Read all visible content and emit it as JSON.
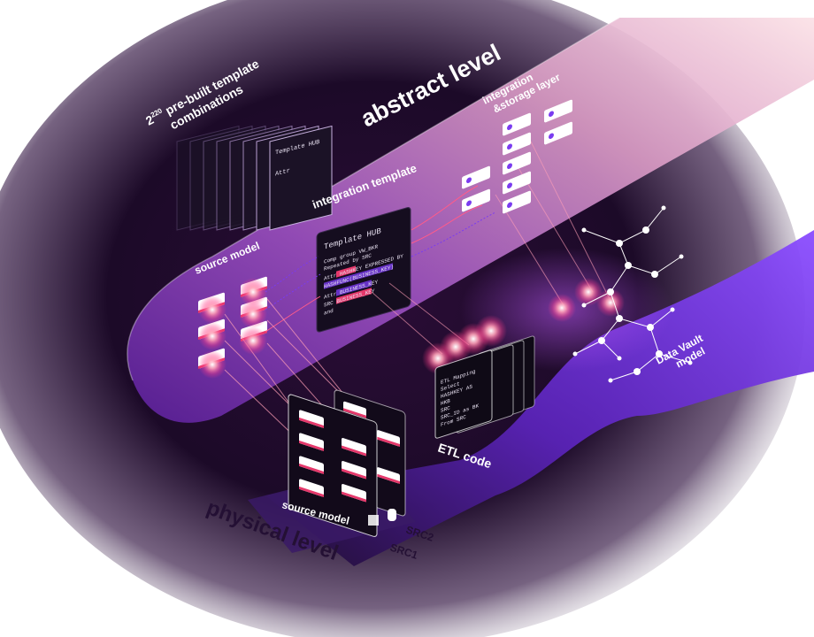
{
  "labels": {
    "template_combinations_line1": "2",
    "template_combinations_sup": "220",
    "template_combinations_line1_rest": " pre-built template",
    "template_combinations_line2": "combinations",
    "abstract_level": "abstract level",
    "integration_storage_line1": "integration",
    "integration_storage_line2": "&storage layer",
    "integration_template": "integration template",
    "source_model_abstract": "source model",
    "data_vault_line1": "Data Vault",
    "data_vault_line2": "model",
    "etl_code": "ETL code",
    "source_model_physical": "source model",
    "src2": "SRC2",
    "src1": "SRC1",
    "physical_level": "physical level"
  },
  "template_hub": {
    "title": "Template HUB",
    "lines": [
      "Comp group VW_BKR",
      "Repeated by SRC",
      "Attr HASHKEY EXPRESSED BY",
      "HASHFUNC(BUSINESS_KEY)",
      "Attr BUSINESS_KEY",
      "SRC BUSINESS_KEY",
      "and"
    ]
  },
  "etl_card": {
    "lines": [
      "ETL Mapping",
      "Select",
      "HASHKEY AS",
      "HKB",
      "SRC",
      "SRC_ID as BK",
      "From SRC"
    ]
  },
  "back_template_cards": {
    "title_text": "Template HUB",
    "line_text": "Attr"
  },
  "colors": {
    "background": "#ffffff",
    "dark_purple": "#1a0b2a",
    "abstract_plane_start": "#6d2ea8",
    "abstract_plane_end": "#f3c9d7",
    "physical_ribbon": "#7a3cf0",
    "glow_pink": "#ff3d8a",
    "glow_orange": "#ff9a5c",
    "card_dark": "#1b1226",
    "node_white": "#ffffff",
    "accent_red": "#e5386b"
  }
}
